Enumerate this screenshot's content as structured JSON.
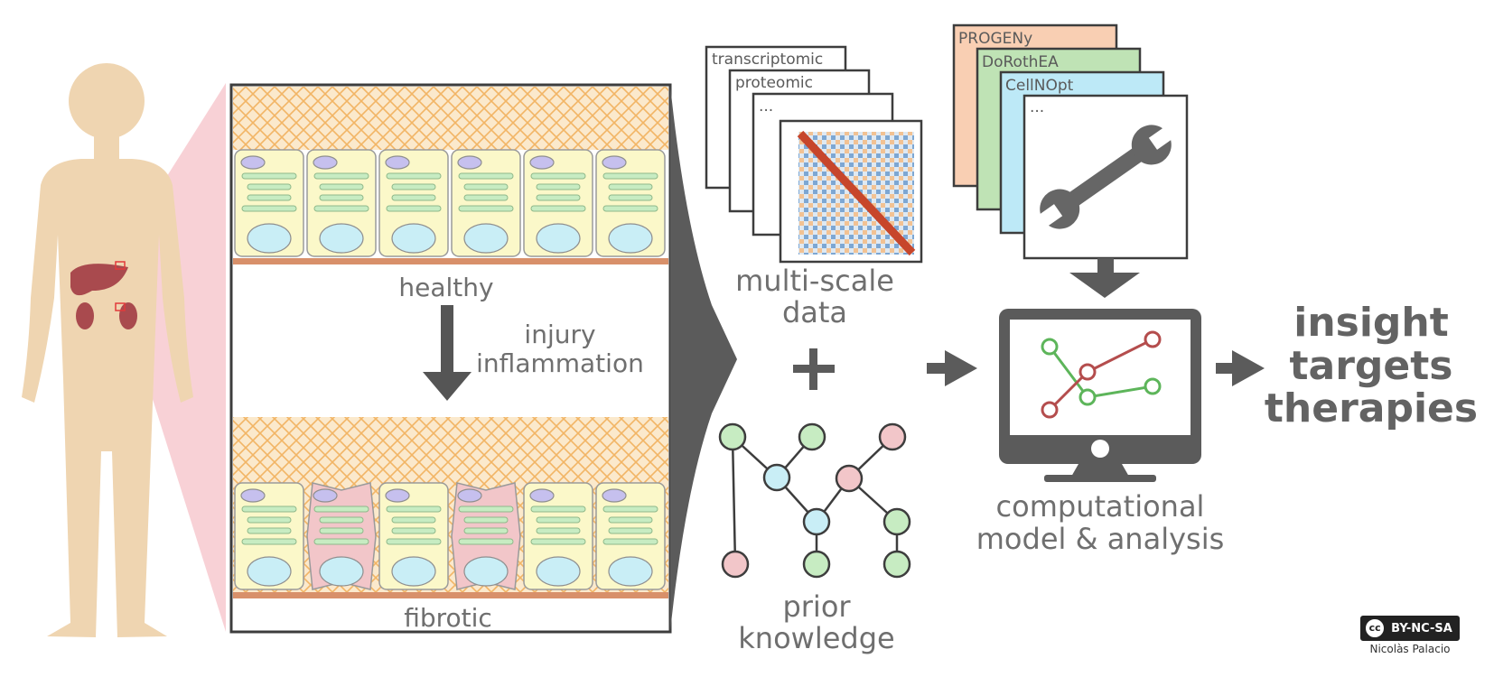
{
  "tissue": {
    "healthy_label": "healthy",
    "fibrotic_label": "fibrotic",
    "transition_line1": "injury",
    "transition_line2": "inflammation"
  },
  "data_layers": {
    "cards": [
      "transcriptomic",
      "proteomic",
      "..."
    ],
    "caption_line1": "multi-scale",
    "caption_line2": "data"
  },
  "prior_knowledge": {
    "caption_line1": "prior",
    "caption_line2": "knowledge"
  },
  "tools": {
    "cards": [
      "PROGENy",
      "DoRothEA",
      "CellNOpt",
      "..."
    ]
  },
  "model": {
    "caption_line1": "computational",
    "caption_line2": "model & analysis"
  },
  "outcomes": [
    "insight",
    "targets",
    "therapies"
  ],
  "license": {
    "badge": "BY-NC-SA",
    "cc": "cc",
    "author": "Nicolàs Palacio"
  },
  "colors": {
    "accent_dark": "#5b5b5b",
    "organ_red": "#a94a4e",
    "cell_yellow": "#fbf8c9",
    "fibrotic_pink": "#f2c6c9",
    "tool_orange": "#f9cfb3",
    "tool_green": "#bfe3b5",
    "tool_blue": "#bde9f7"
  }
}
